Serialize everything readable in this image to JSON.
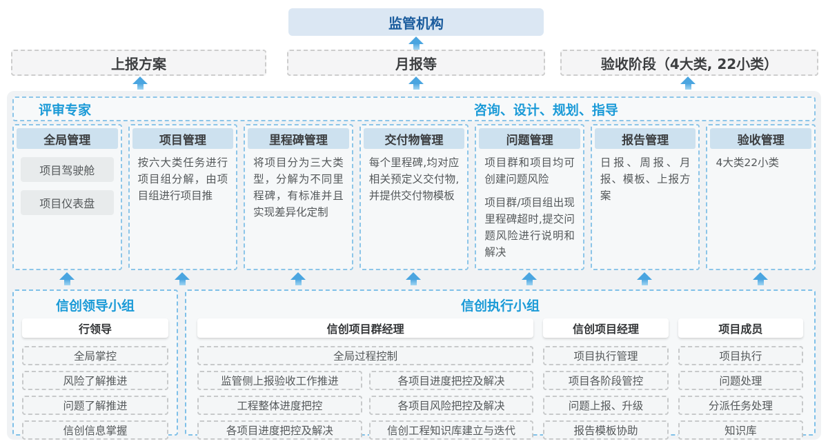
{
  "top": {
    "regulator": "监管机构"
  },
  "flow_row": {
    "report_plan": "上报方案",
    "monthly_report": "月报等",
    "acceptance_phase": "验收阶段（4大类, 22小类）"
  },
  "main": {
    "experts": "评审专家",
    "guidance": "咨询、设计、规划、指导",
    "columns": [
      {
        "title": "全局管理",
        "pills": [
          "项目驾驶舱",
          "项目仪表盘"
        ]
      },
      {
        "title": "项目管理",
        "paragraphs": [
          "按六大类任务进行项目组分解，由项目组进行项目推"
        ]
      },
      {
        "title": "里程碑管理",
        "paragraphs": [
          "将项目分为三大类型，分解为不同里程碑，有标准并且实现差异化定制"
        ]
      },
      {
        "title": "交付物管理",
        "paragraphs": [
          "每个里程碑,均对应相关预定义交付物,并提供交付物模板"
        ]
      },
      {
        "title": "问题管理",
        "paragraphs": [
          "项目群和项目均可创建问题风险",
          "项目群/项目组出现里程碑超时,提交问题风险进行说明和解决"
        ]
      },
      {
        "title": "报告管理",
        "paragraphs": [
          "日报、周报、月报、模板、上报方案"
        ]
      },
      {
        "title": "验收管理",
        "paragraphs": [
          "4大类22小类"
        ]
      }
    ]
  },
  "bottom": {
    "leader_group": {
      "title": "信创领导小组",
      "role": "行领导",
      "items": [
        "全局掌控",
        "风险了解推进",
        "问题了解推进",
        "信创信息掌握"
      ]
    },
    "exec_group": {
      "title": "信创执行小组",
      "pm_group": {
        "role": "信创项目群经理",
        "full_item": "全局过程控制",
        "left_items": [
          "监管侧上报验收工作推进",
          "工程整体进度把控",
          "各项目进度把控及解决"
        ],
        "right_items": [
          "各项目进度把控及解决",
          "各项目风险把控及解决",
          "信创工程知识库建立与迭代"
        ]
      },
      "pm": {
        "role": "信创项目经理",
        "items": [
          "项目执行管理",
          "项目各阶段管控",
          "问题上报、升级",
          "报告模板协助"
        ]
      },
      "member": {
        "role": "项目成员",
        "items": [
          "项目执行",
          "问题处理",
          "分派任务处理",
          "知识库"
        ]
      }
    }
  },
  "colors": {
    "accent_blue_text": "#1a9ad7",
    "dark_blue_text": "#1b5c9d",
    "arrow_blue": "#4aa5e0",
    "dashed_blue_border": "#8cc5e8",
    "column_header_bg": "#cde1ef",
    "regulator_bg": "#dbe7f3",
    "container_bg": "#f0f2f4"
  }
}
